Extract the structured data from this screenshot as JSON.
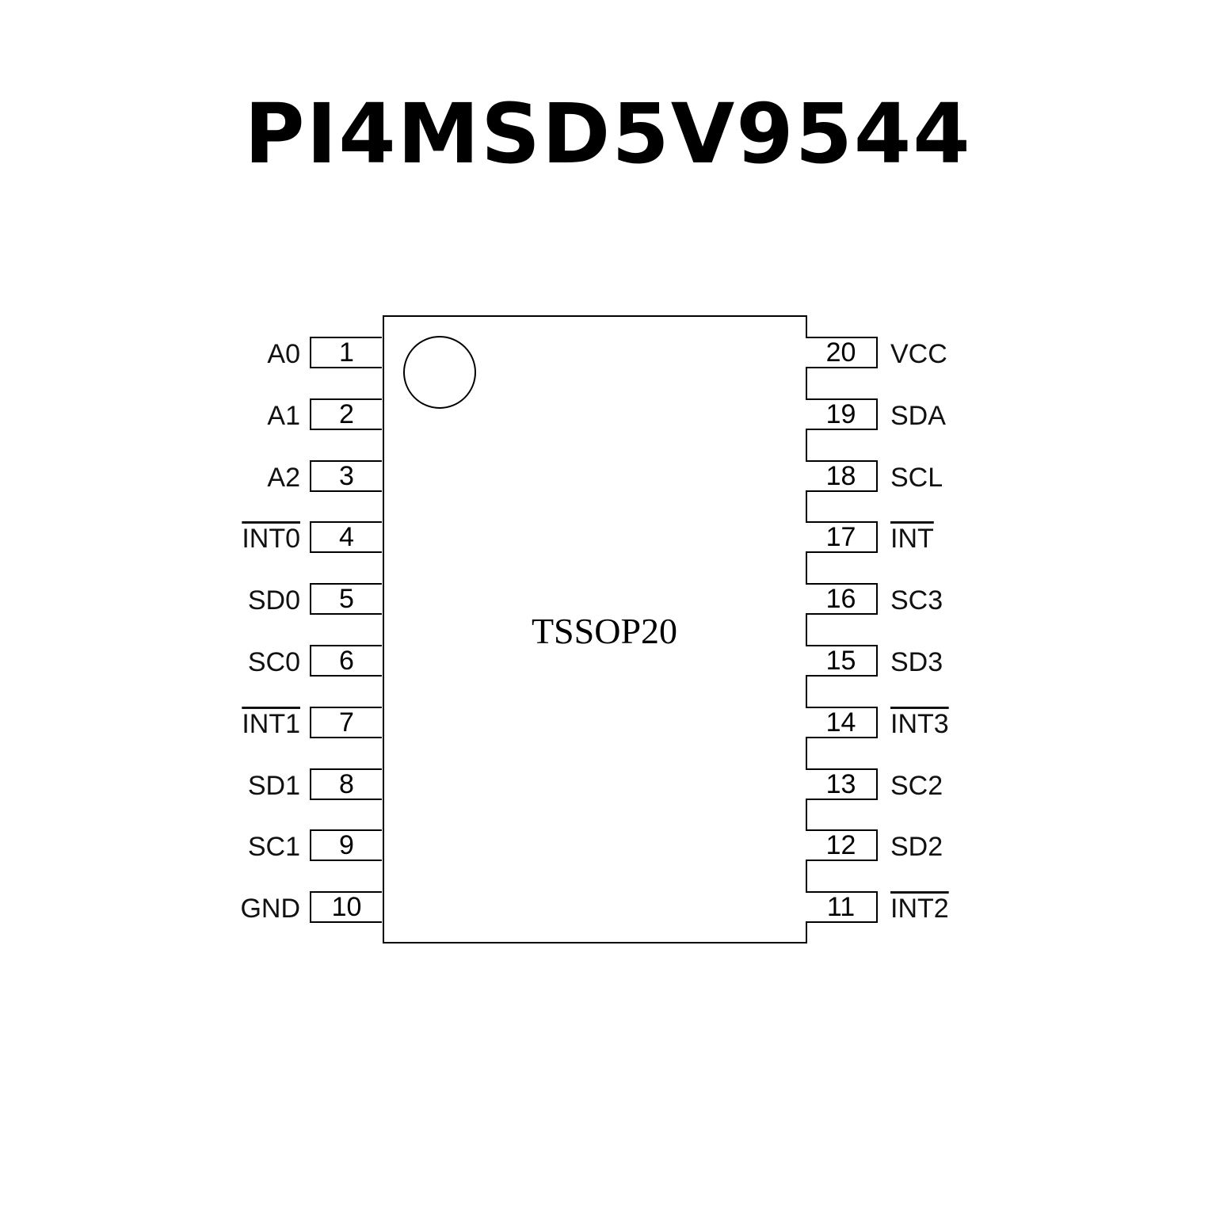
{
  "title": "PI4MSD5V9544",
  "package": "TSSOP20",
  "left_pins": [
    {
      "number": "1",
      "name": "A0",
      "active_low": false
    },
    {
      "number": "2",
      "name": "A1",
      "active_low": false
    },
    {
      "number": "3",
      "name": "A2",
      "active_low": false
    },
    {
      "number": "4",
      "name": "INT0",
      "active_low": true
    },
    {
      "number": "5",
      "name": "SD0",
      "active_low": false
    },
    {
      "number": "6",
      "name": "SC0",
      "active_low": false
    },
    {
      "number": "7",
      "name": "INT1",
      "active_low": true
    },
    {
      "number": "8",
      "name": "SD1",
      "active_low": false
    },
    {
      "number": "9",
      "name": "SC1",
      "active_low": false
    },
    {
      "number": "10",
      "name": "GND",
      "active_low": false
    }
  ],
  "right_pins": [
    {
      "number": "20",
      "name": "VCC",
      "active_low": false
    },
    {
      "number": "19",
      "name": "SDA",
      "active_low": false
    },
    {
      "number": "18",
      "name": "SCL",
      "active_low": false
    },
    {
      "number": "17",
      "name": "INT",
      "active_low": true
    },
    {
      "number": "16",
      "name": "SC3",
      "active_low": false
    },
    {
      "number": "15",
      "name": "SD3",
      "active_low": false
    },
    {
      "number": "14",
      "name": "INT3",
      "active_low": true
    },
    {
      "number": "13",
      "name": "SC2",
      "active_low": false
    },
    {
      "number": "12",
      "name": "SD2",
      "active_low": false
    },
    {
      "number": "11",
      "name": "INT2",
      "active_low": true
    }
  ]
}
